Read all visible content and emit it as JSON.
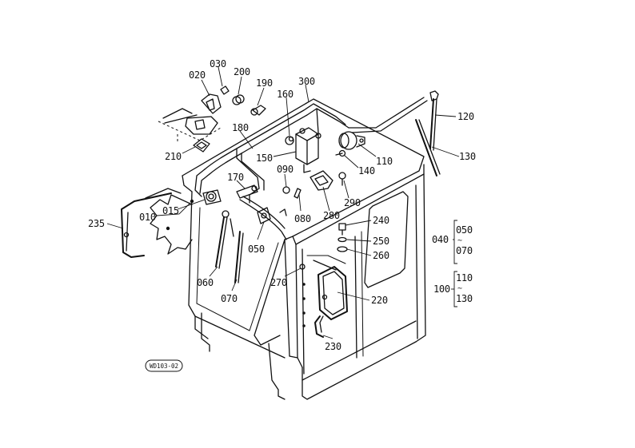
{
  "drawing_code": "WD103-02",
  "labels": {
    "p030": "030",
    "p020": "020",
    "p200": "200",
    "p190": "190",
    "p300": "300",
    "p160": "160",
    "p180": "180",
    "p150": "150",
    "p210": "210",
    "p170": "170",
    "p090": "090",
    "p010": "010",
    "p015": "015",
    "p235": "235",
    "p080": "080",
    "p280": "280",
    "p290": "290",
    "p140": "140",
    "p110": "110",
    "p120": "120",
    "p130": "130",
    "p240": "240",
    "p250": "250",
    "p260": "260",
    "p050": "050",
    "p060": "060",
    "p070": "070",
    "p270": "270",
    "p220": "220",
    "p230": "230"
  },
  "groups": {
    "g040": {
      "label": "040",
      "members": [
        "050",
        "070"
      ]
    },
    "g100": {
      "label": "100",
      "members": [
        "110",
        "130"
      ]
    }
  }
}
